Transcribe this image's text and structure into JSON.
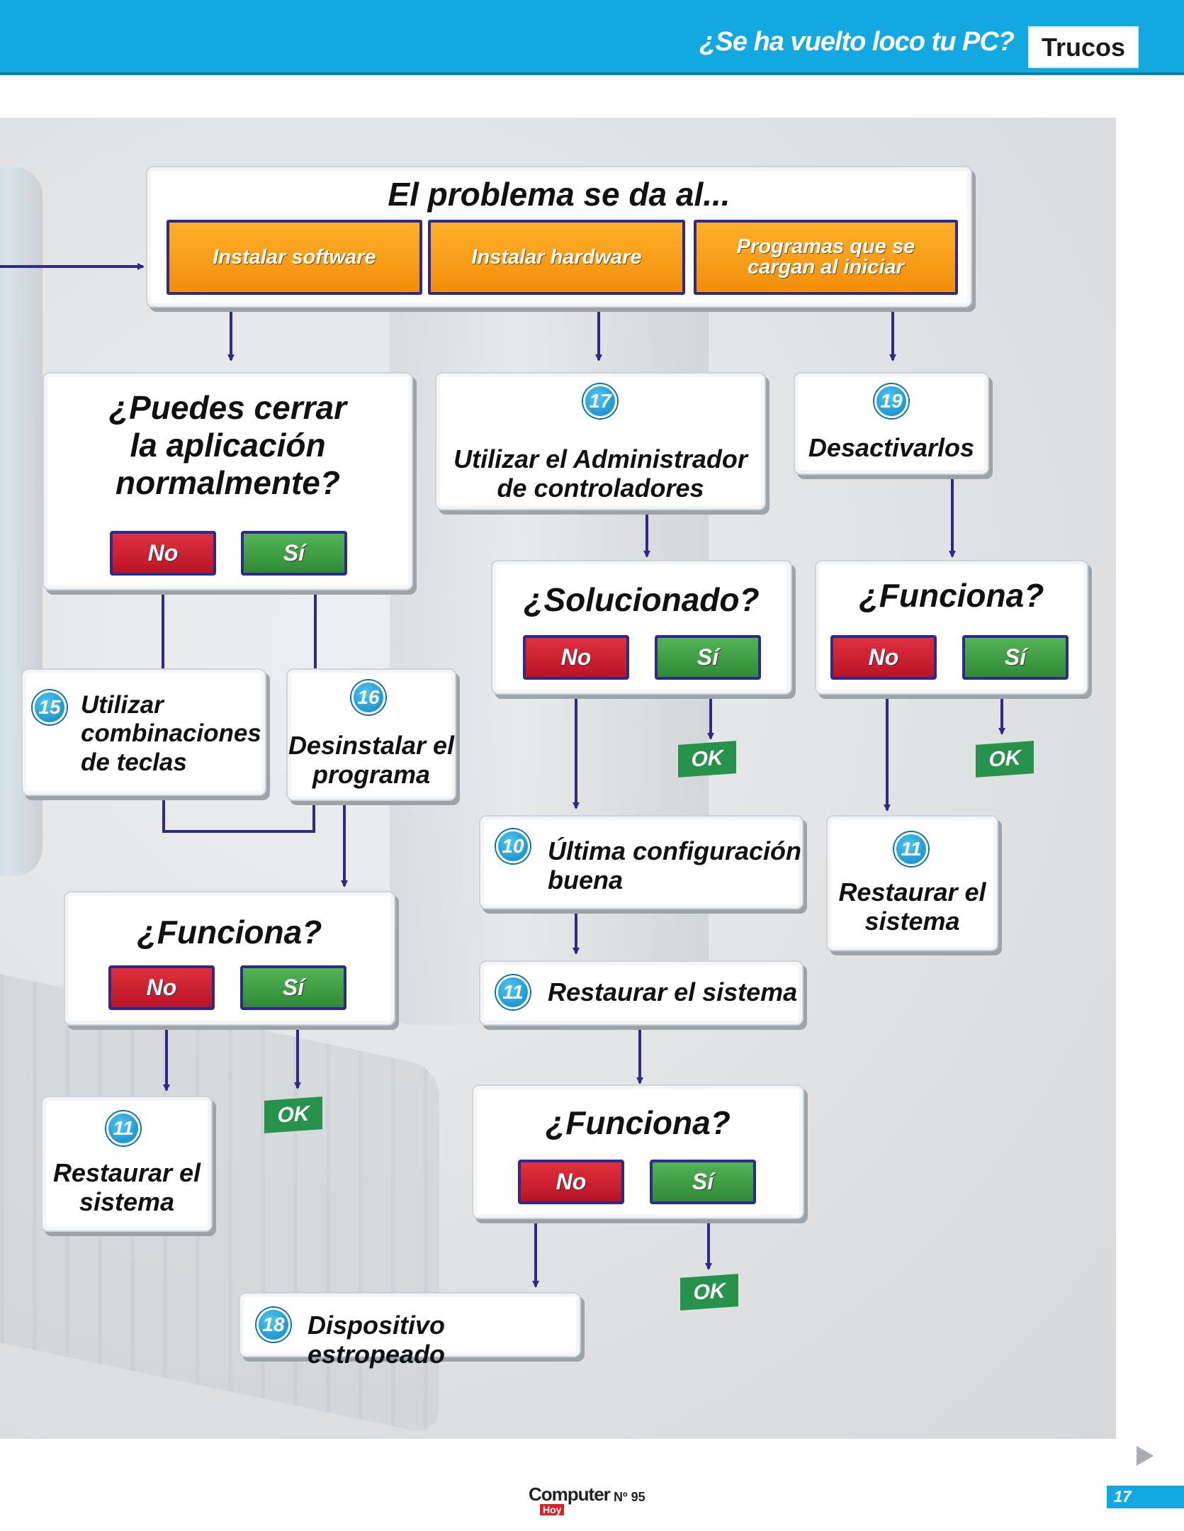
{
  "header": {
    "title": "¿Se ha vuelto loco tu PC?",
    "section": "Trucos"
  },
  "top": {
    "question": "El problema se da al...",
    "options": [
      "Instalar software",
      "Instalar hardware",
      "Programas que se cargan al iniciar"
    ]
  },
  "labels": {
    "no": "No",
    "si": "Sí",
    "ok": "OK"
  },
  "steps": {
    "q_close": "¿Puedes cerrar la aplicación normalmente?",
    "s17": {
      "num": "17",
      "text": "Utilizar el Administrador de controladores"
    },
    "s19": {
      "num": "19",
      "text": "Desactivarlos"
    },
    "q_solved": "¿Solucionado?",
    "q_works_right": "¿Funciona?",
    "s15": {
      "num": "15",
      "text": "Utilizar combinaciones de teclas"
    },
    "s16": {
      "num": "16",
      "text": "Desinstalar el programa"
    },
    "s10": {
      "num": "10",
      "text": "Última configuración buena"
    },
    "s11_right": {
      "num": "11",
      "text": "Restaurar el sistema"
    },
    "q_works_left": "¿Funciona?",
    "s11_mid": {
      "num": "11",
      "text": "Restaurar el sistema"
    },
    "s11_left": {
      "num": "11",
      "text": "Restaurar el sistema"
    },
    "q_works_mid": "¿Funciona?",
    "s18": {
      "num": "18",
      "text": "Dispositivo estropeado"
    }
  },
  "colors": {
    "header": "#13a8e0",
    "no": "#c81d2d",
    "si": "#3b9a3f",
    "option": "#f5a11b",
    "connector": "#2e2a8c",
    "ok": "#27924b"
  },
  "footer": {
    "logo": "Computer",
    "logo_sub": "Hoy",
    "issue": "Nº 95",
    "page": "17"
  }
}
